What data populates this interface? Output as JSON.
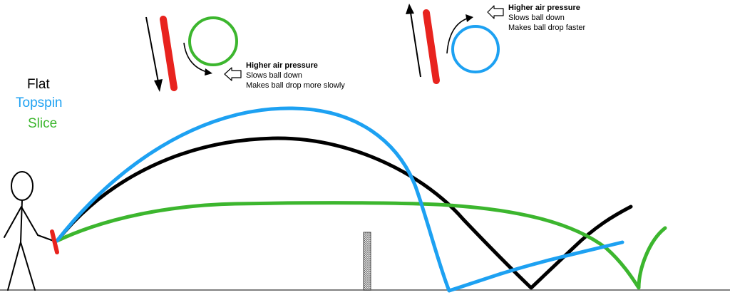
{
  "legend": {
    "flat": "Flat",
    "topspin": "Topspin",
    "slice": "Slice"
  },
  "slice_note": {
    "title": "Higher air pressure",
    "line1": "Slows ball down",
    "line2": "Makes ball drop more slowly"
  },
  "topspin_note": {
    "title": "Higher air pressure",
    "line1": "Slows ball down",
    "line2": "Makes ball drop faster"
  },
  "colors": {
    "flat": "#000000",
    "topspin": "#1da1f2",
    "slice": "#3cb62e",
    "racket": "#e8231e",
    "ground": "#808080",
    "net": "#bdbdbd"
  },
  "icons": {
    "slice_ball": "circle-outline",
    "topspin_ball": "circle-outline",
    "pressure_arrow": "outline-arrow-left",
    "spin_arrow": "curved-arrow"
  }
}
